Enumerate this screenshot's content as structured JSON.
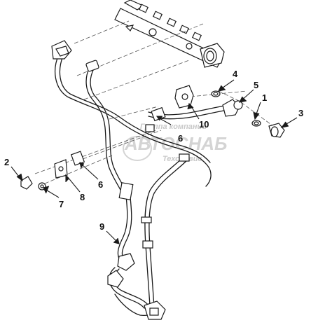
{
  "callouts": [
    {
      "id": "c1",
      "text": "1"
    },
    {
      "id": "c2",
      "text": "2"
    },
    {
      "id": "c3",
      "text": "3"
    },
    {
      "id": "c4",
      "text": "4"
    },
    {
      "id": "c5",
      "text": "5"
    },
    {
      "id": "c6a",
      "text": "6"
    },
    {
      "id": "c6b",
      "text": "6"
    },
    {
      "id": "c7",
      "text": "7"
    },
    {
      "id": "c8",
      "text": "8"
    },
    {
      "id": "c9",
      "text": "9"
    },
    {
      "id": "c10",
      "text": "10"
    }
  ],
  "watermark": {
    "line1": "Группа компаний",
    "line2": "АВТОСНАБ",
    "line3": "Техсервис"
  },
  "colors": {
    "line": "#1a1a1a",
    "dash": "#555555",
    "watermark": "#cccccc"
  }
}
